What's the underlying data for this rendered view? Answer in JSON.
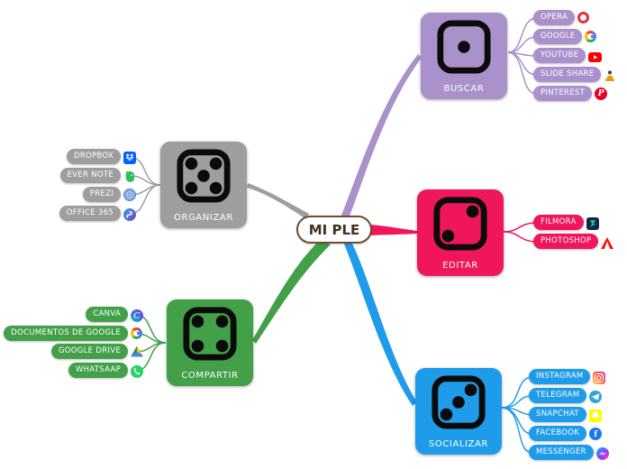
{
  "center": {
    "label": "MI PLE",
    "text_color": "#44301d",
    "border_color": "#6f4e2e",
    "fill": "#ffffff"
  },
  "branches": [
    {
      "name": "buscar",
      "label": "BUSCAR",
      "color": "#ab91cc",
      "dice": "1",
      "children": [
        {
          "label": "OPERA",
          "icon": "opera-icon"
        },
        {
          "label": "GOOGLE",
          "icon": "google-icon"
        },
        {
          "label": "YOUTUBE",
          "icon": "youtube-icon"
        },
        {
          "label": "SLIDE SHARE",
          "icon": "slideshare-icon"
        },
        {
          "label": "PINTEREST",
          "icon": "pinterest-icon"
        }
      ]
    },
    {
      "name": "editar",
      "label": "EDITAR",
      "color": "#ef165c",
      "dice": "2",
      "children": [
        {
          "label": "FILMORA",
          "icon": "filmora-icon"
        },
        {
          "label": "PHOTOSHOP",
          "icon": "adobe-photoshop-icon"
        }
      ]
    },
    {
      "name": "socializar",
      "label": "SOCIALIZAR",
      "color": "#1f9ce9",
      "dice": "3",
      "children": [
        {
          "label": "INSTAGRAM",
          "icon": "instagram-icon"
        },
        {
          "label": "TELEGRAM",
          "icon": "telegram-icon"
        },
        {
          "label": "SNAPCHAT",
          "icon": "snapchat-icon"
        },
        {
          "label": "FACEBOOK",
          "icon": "facebook-icon"
        },
        {
          "label": "MESSENGER",
          "icon": "messenger-icon"
        }
      ]
    },
    {
      "name": "organizar",
      "label": "ORGANIZAR",
      "color": "#9e9e9e",
      "dice": "5",
      "children": [
        {
          "label": "DROPBOX",
          "icon": "dropbox-icon"
        },
        {
          "label": "EVER NOTE",
          "icon": "evernote-icon"
        },
        {
          "label": "PREZI",
          "icon": "prezi-icon"
        },
        {
          "label": "OFFICE 365",
          "icon": "office365-icon"
        }
      ]
    },
    {
      "name": "compartir",
      "label": "COMPARTIR",
      "color": "#42a048",
      "dice": "4",
      "children": [
        {
          "label": "CANVA",
          "icon": "canva-icon"
        },
        {
          "label": "DOCUMENTOS DE GOOGLE",
          "icon": "google-icon"
        },
        {
          "label": "GOOGLE DRIVE",
          "icon": "google-drive-icon"
        },
        {
          "label": "WHATSAAP",
          "icon": "whatsapp-icon"
        }
      ]
    }
  ]
}
